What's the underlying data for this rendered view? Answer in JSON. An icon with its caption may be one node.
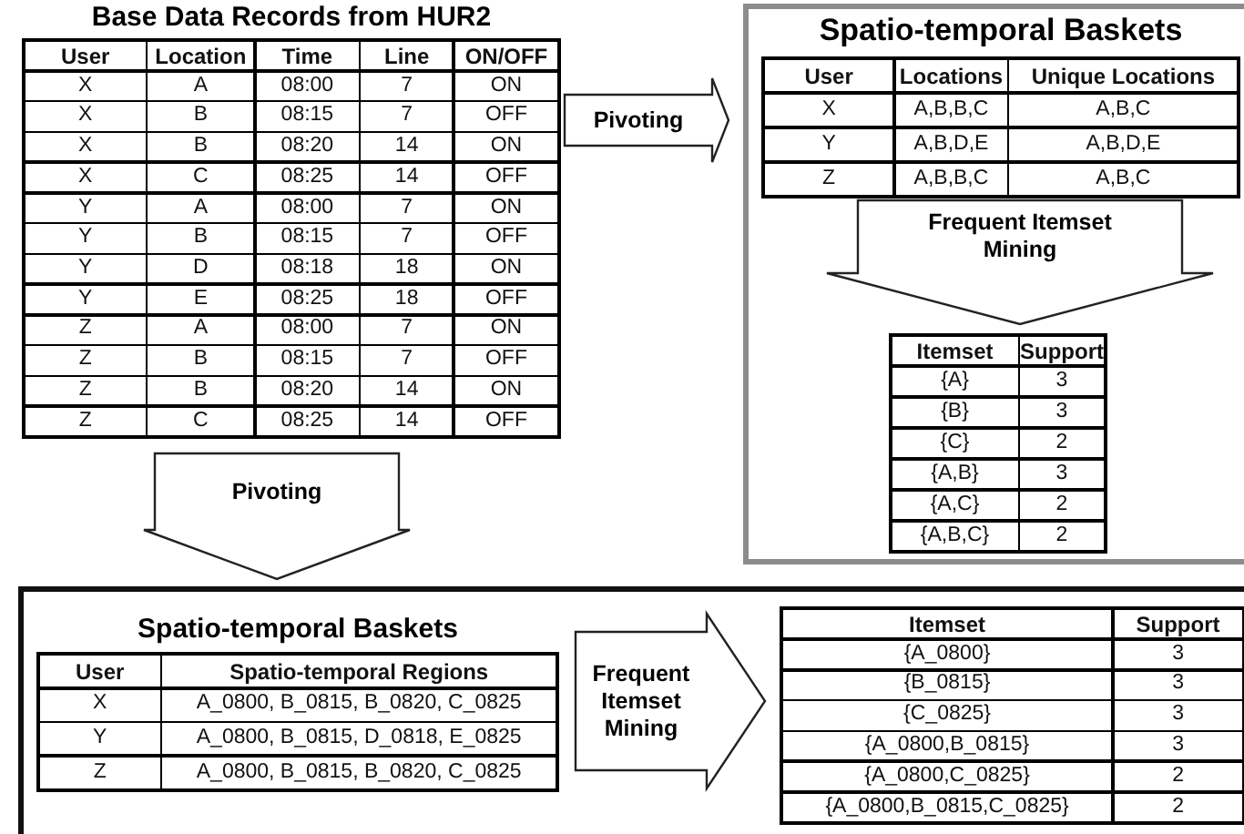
{
  "diagram": {
    "nodes": [
      {
        "text": [
          "Base Data Records from HUR2"
        ]
      },
      {
        "text": [],
        "shape": "box"
      },
      {
        "text": [
          "Spatio-temporal Baskets"
        ],
        "in": 1
      },
      {
        "text": [],
        "shape": "box",
        "in": 1
      },
      {
        "text": [],
        "shape": "box"
      },
      {
        "text": [
          "Spatio-temporal Baskets"
        ],
        "in": 4
      },
      {
        "text": [],
        "shape": "box",
        "in": 4
      }
    ],
    "edges": [
      {
        "from": 0,
        "to": 2,
        "arrow": "to",
        "label": "Pivoting"
      },
      {
        "from": 2,
        "to": 3,
        "arrow": "to",
        "label": "Frequent Itemset Mining"
      },
      {
        "from": 0,
        "to": 4,
        "arrow": "to",
        "label": "Pivoting"
      },
      {
        "from": 5,
        "to": 6,
        "arrow": "to",
        "label": "Frequent Itemset Mining"
      }
    ],
    "labels": [
      "User",
      "Location",
      "Time",
      "Line",
      "ON/OFF",
      "X",
      "A",
      "08:00",
      "7",
      "ON",
      "X",
      "B",
      "08:15",
      "7",
      "OFF",
      "X",
      "B",
      "08:20",
      "14",
      "ON",
      "X",
      "C",
      "08:25",
      "14",
      "OFF",
      "Y",
      "A",
      "08:00",
      "7",
      "ON",
      "Y",
      "B",
      "08:15",
      "7",
      "OFF",
      "Y",
      "D",
      "08:18",
      "18",
      "ON",
      "Y",
      "E",
      "08:25",
      "18",
      "OFF",
      "Z",
      "A",
      "08:00",
      "7",
      "ON",
      "Z",
      "B",
      "08:15",
      "7",
      "OFF",
      "Z",
      "B",
      "08:20",
      "14",
      "ON",
      "Z",
      "C",
      "08:25",
      "14",
      "OFF",
      "User",
      "Locations",
      "Unique Locations",
      "X",
      "A,B,B,C",
      "A,B,C",
      "Y",
      "A,B,D,E",
      "A,B,D,E",
      "Z",
      "A,B,B,C",
      "A,B,C",
      "Itemset",
      "Support",
      "{A}",
      "3",
      "{B}",
      "3",
      "{C}",
      "2",
      "{A,B}",
      "3",
      "{A,C}",
      "2",
      "{A,B,C}",
      "2",
      "User",
      "Spatio-temporal Regions",
      "X",
      "A_0800, B_0815, B_0820, C_0825",
      "Y",
      "A_0800, B_0815, D_0818, E_0825",
      "Z",
      "A_0800, B_0815, B_0820, C_0825",
      "Itemset",
      "Support",
      "{A_0800}",
      "3",
      "{B_0815}",
      "3",
      "{C_0825}",
      "3",
      "{A_0800,B_0815}",
      "3",
      "{A_0800,C_0825}",
      "2",
      "{A_0800,B_0815,C_0825}",
      "2"
    ]
  }
}
